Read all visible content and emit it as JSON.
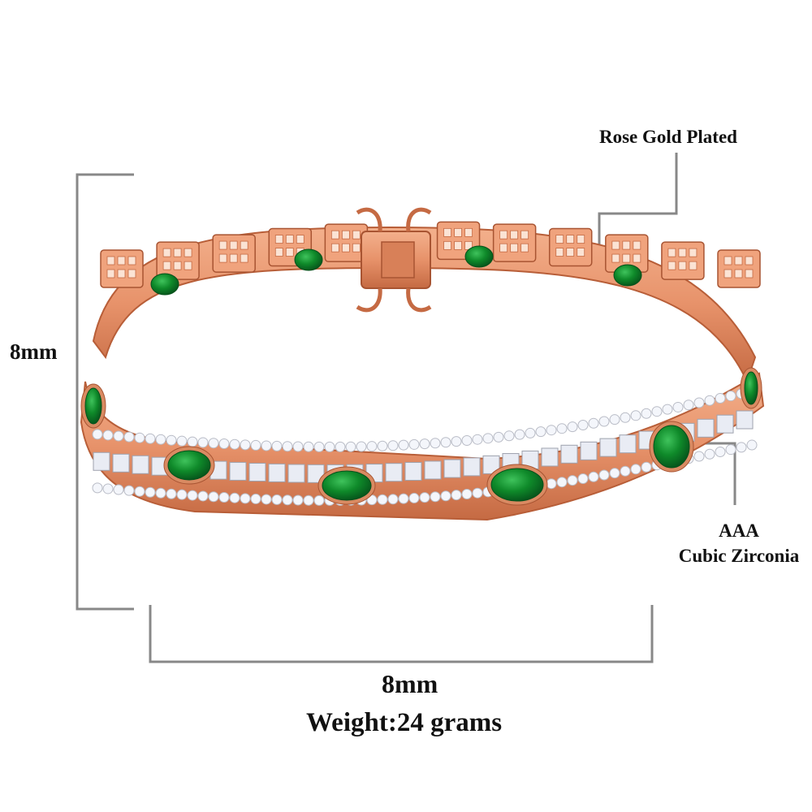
{
  "labels": {
    "material": "Rose Gold Plated",
    "stone_grade": "AAA",
    "stone_type": "Cubic Zirconia",
    "height_dimension": "8mm",
    "width_dimension": "8mm",
    "weight": "Weight:24 grams"
  },
  "colors": {
    "rose_gold": "#e7926a",
    "rose_gold_shadow": "#c56a43",
    "emerald": "#0f8a2a",
    "emerald_dark": "#05501a",
    "crystal": "#f4f6fb",
    "dimension_line": "#888888",
    "text": "#111111"
  }
}
